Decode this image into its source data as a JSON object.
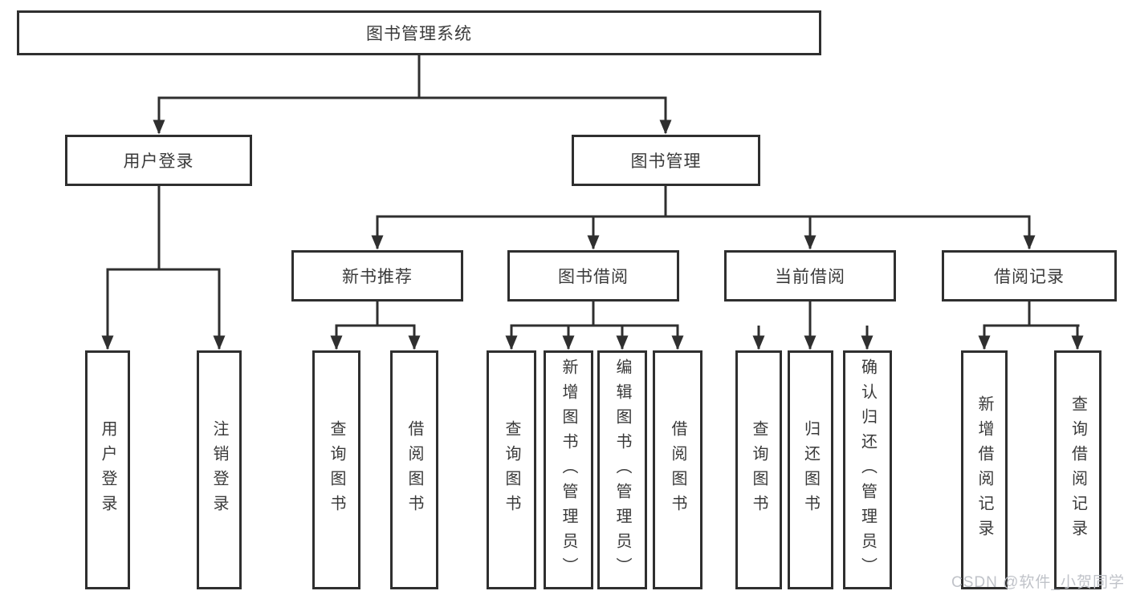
{
  "diagram_type": "hierarchy-tree",
  "tree": {
    "root": "图书管理系统",
    "children": [
      {
        "label": "用户登录",
        "children": [
          {
            "label": "用户登录"
          },
          {
            "label": "注销登录"
          }
        ]
      },
      {
        "label": "图书管理",
        "children": [
          {
            "label": "新书推荐",
            "children": [
              {
                "label": "查询图书"
              },
              {
                "label": "借阅图书"
              }
            ]
          },
          {
            "label": "图书借阅",
            "children": [
              {
                "label": "查询图书"
              },
              {
                "label": "新增图书（管理员）"
              },
              {
                "label": "编辑图书（管理员）"
              },
              {
                "label": "借阅图书"
              }
            ]
          },
          {
            "label": "当前借阅",
            "children": [
              {
                "label": "查询图书"
              },
              {
                "label": "归还图书"
              },
              {
                "label": "确认归还（管理员）"
              }
            ]
          },
          {
            "label": "借阅记录",
            "children": [
              {
                "label": "新增借阅记录"
              },
              {
                "label": "查询借阅记录"
              }
            ]
          }
        ]
      }
    ]
  },
  "watermark": "CSDN @软件_小贺同学",
  "colors": {
    "line": "#2f2f2f",
    "text": "#3a3a3a",
    "background": "#ffffff",
    "watermark": "#c0c3c9"
  }
}
